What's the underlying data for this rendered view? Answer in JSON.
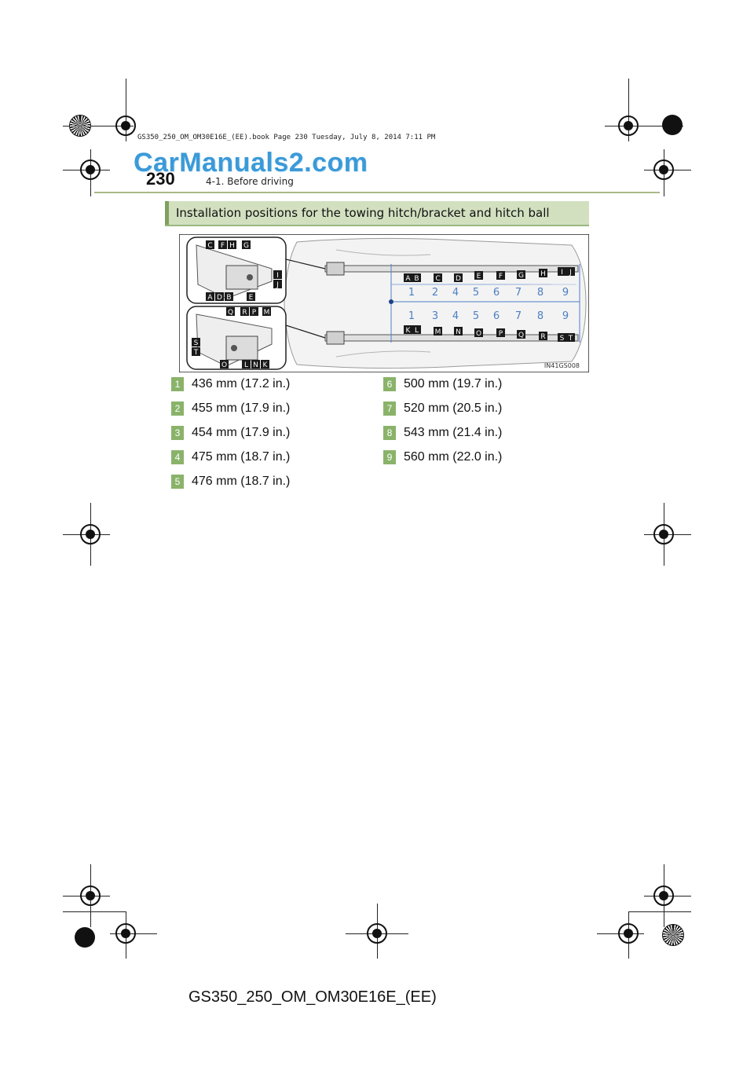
{
  "stamp": "GS350_250_OM_OM30E16E_(EE).book  Page 230  Tuesday, July 8, 2014  7:11 PM",
  "watermark": "CarManuals2.com",
  "header": {
    "page_number": "230",
    "section": "4-1. Before driving"
  },
  "heading": "Installation positions for the towing hitch/bracket and hitch ball",
  "figure": {
    "code": "IN41GS008",
    "top_detail_labels": [
      "C",
      "F",
      "H",
      "G",
      "I",
      "J",
      "A",
      "D",
      "B",
      "E"
    ],
    "bottom_detail_labels": [
      "Q",
      "R",
      "P",
      "M",
      "S",
      "T",
      "O",
      "L",
      "N",
      "K"
    ],
    "row1_letters": [
      "A",
      "B",
      "C",
      "D",
      "E",
      "F",
      "G",
      "H",
      "I",
      "J"
    ],
    "row1_numbers": [
      "1",
      "2",
      "4",
      "5",
      "6",
      "7",
      "8",
      "9"
    ],
    "row2_numbers": [
      "1",
      "3",
      "4",
      "5",
      "6",
      "7",
      "8",
      "9"
    ],
    "row2_letters": [
      "K",
      "L",
      "M",
      "N",
      "O",
      "P",
      "Q",
      "R",
      "S",
      "T"
    ]
  },
  "items": [
    {
      "num": "1",
      "text": "436 mm (17.2 in.)"
    },
    {
      "num": "2",
      "text": "455 mm (17.9 in.)"
    },
    {
      "num": "3",
      "text": "454 mm (17.9 in.)"
    },
    {
      "num": "4",
      "text": "475 mm (18.7 in.)"
    },
    {
      "num": "5",
      "text": "476 mm (18.7 in.)"
    },
    {
      "num": "6",
      "text": "500 mm (19.7 in.)"
    },
    {
      "num": "7",
      "text": "520 mm (20.5 in.)"
    },
    {
      "num": "8",
      "text": "543 mm (21.4 in.)"
    },
    {
      "num": "9",
      "text": "560 mm (22.0 in.)"
    }
  ],
  "footer": "GS350_250_OM_OM30E16E_(EE)"
}
